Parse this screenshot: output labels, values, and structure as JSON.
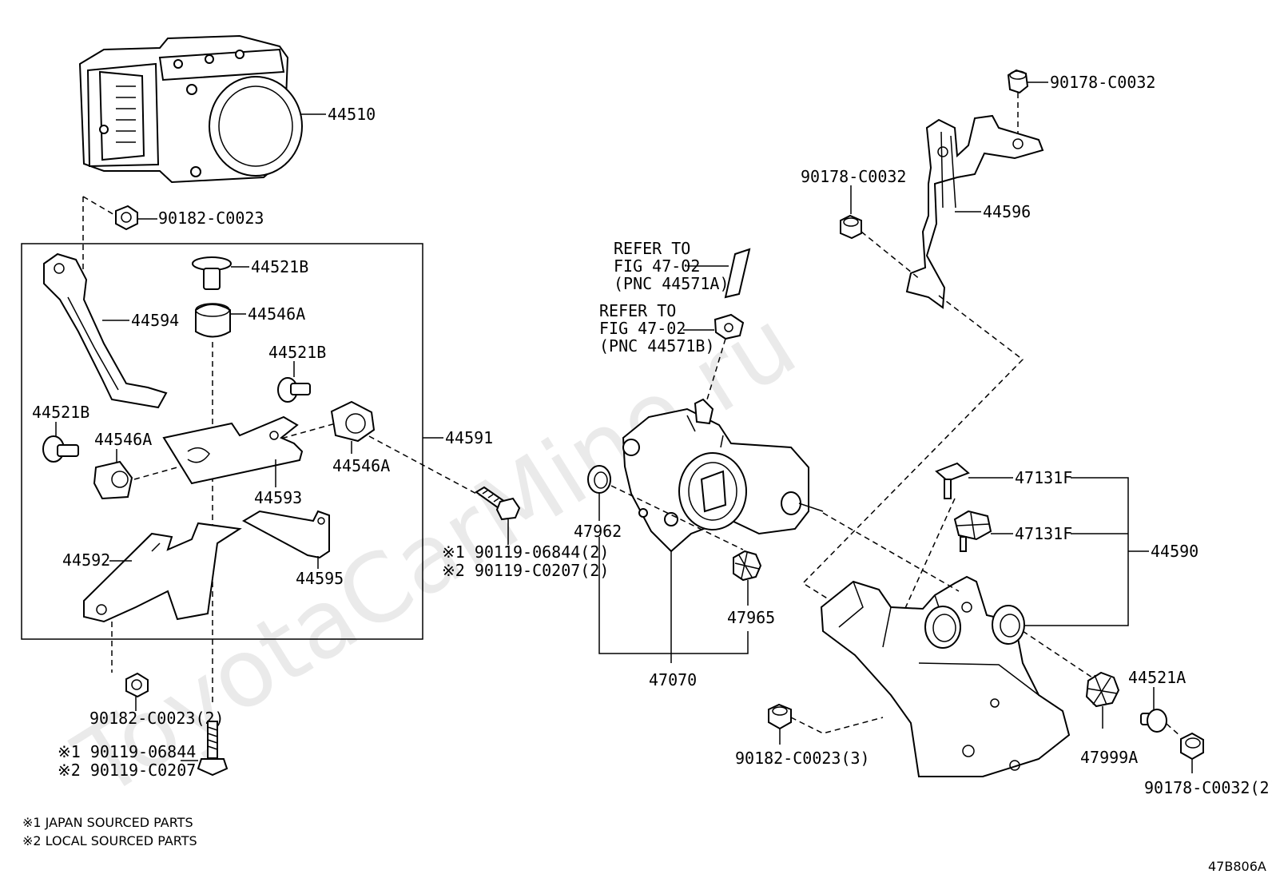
{
  "watermark": "ToyotaCarMine.ru",
  "figure_code": "47B806A",
  "notes": [
    "※1 JAPAN SOURCED PARTS",
    "※2 LOCAL SOURCED PARTS"
  ],
  "parts": {
    "p44510": "44510",
    "p90182_c0023": "90182-C0023",
    "p44521b_top": "44521B",
    "p44546a_top": "44546A",
    "p44594": "44594",
    "p44521b_mid": "44521B",
    "p44521b_left": "44521B",
    "p44546a_left": "44546A",
    "p44546a_right": "44546A",
    "p44593": "44593",
    "p44591": "44591",
    "p44592": "44592",
    "p44595": "44595",
    "p90182_c0023_2": "90182-C0023(2)",
    "bolt_bottom_1": "※1 90119-06844",
    "bolt_bottom_2": "※2 90119-C0207",
    "bolt_mid_1": "※1 90119-06844(2)",
    "bolt_mid_2": "※2 90119-C0207(2)",
    "refer_a": [
      "REFER TO",
      "FIG 47-02",
      "(PNC 44571A)"
    ],
    "refer_b": [
      "REFER TO",
      "FIG 47-02",
      "(PNC 44571B)"
    ],
    "p47962": "47962",
    "p47965": "47965",
    "p47070": "47070",
    "p90178_c0032_top": "90178-C0032",
    "p90178_c0032_left": "90178-C0032",
    "p44596": "44596",
    "p47131f_1": "47131F",
    "p47131f_2": "47131F",
    "p44590": "44590",
    "p44521a": "44521A",
    "p47999a": "47999A",
    "p90182_c0023_3": "90182-C0023(3)",
    "p90178_c0032_2": "90178-C0032(2)"
  }
}
